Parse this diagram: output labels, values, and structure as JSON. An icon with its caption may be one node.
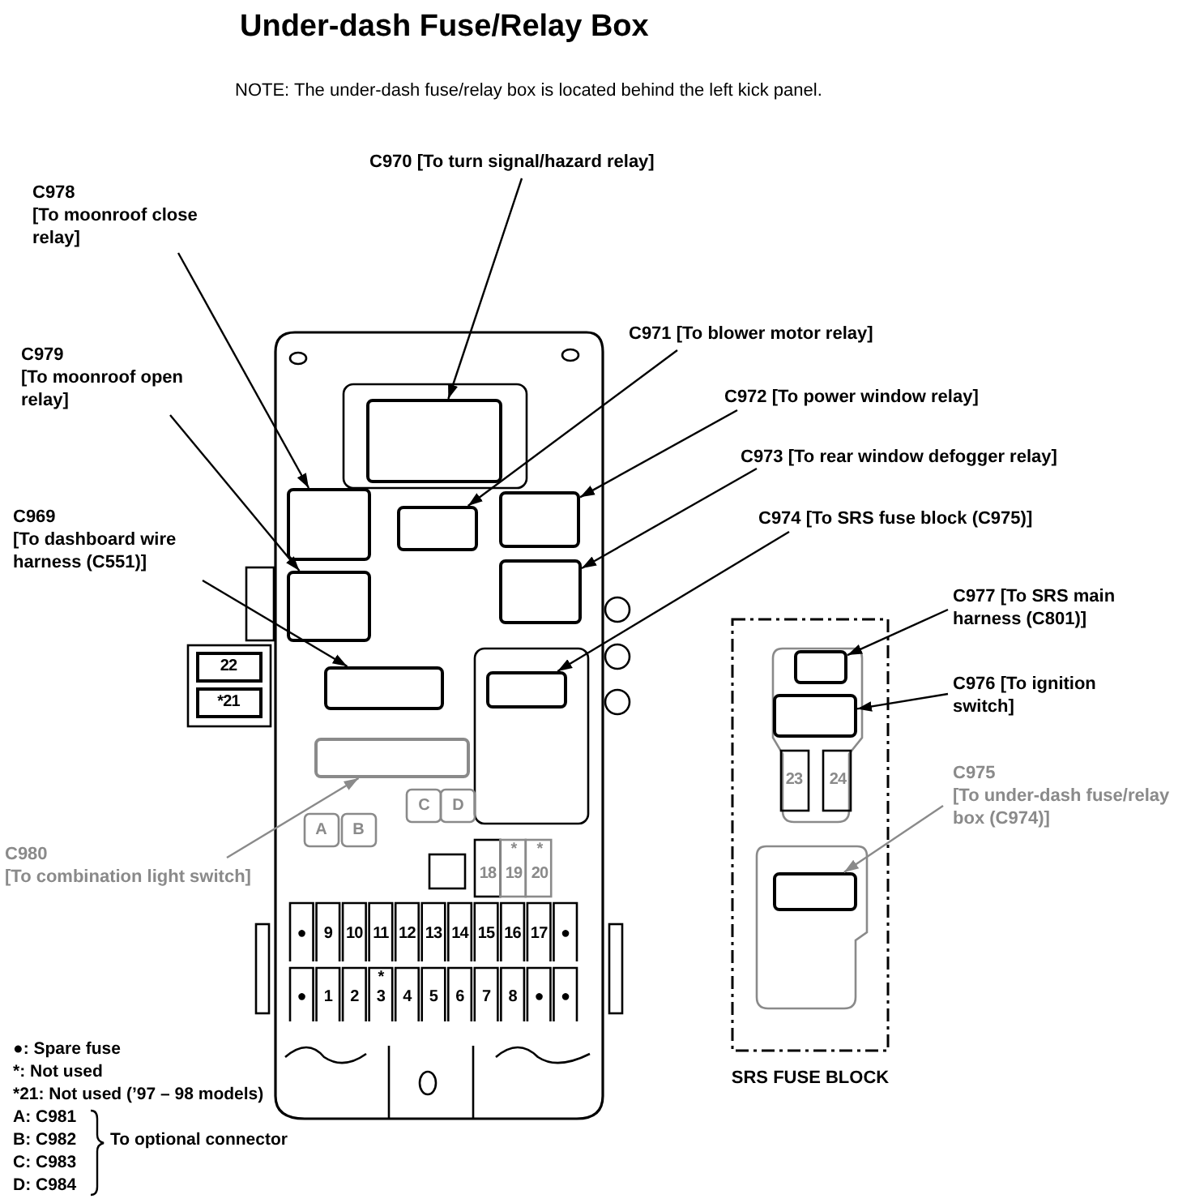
{
  "diagram": {
    "title": "Under-dash Fuse/Relay Box",
    "nodes": [
      {
        "text": [
          "C970 [To turn signal/hazard relay]"
        ]
      },
      {
        "text": [
          "C978",
          "[To moonroof close relay]"
        ]
      },
      {
        "text": [
          "C979",
          "[To moonroof open relay]"
        ]
      },
      {
        "text": [
          "C969",
          "[To dashboard wire harness (C551)]"
        ]
      },
      {
        "text": [
          "C971 [To blower motor relay]"
        ]
      },
      {
        "text": [
          "C972 [To power window relay]"
        ]
      },
      {
        "text": [
          "C973 [To rear window defogger relay]"
        ]
      },
      {
        "text": [
          "C974 [To SRS fuse block (C975)]"
        ]
      },
      {
        "text": [
          "C977 [To SRS main harness (C801)]"
        ]
      },
      {
        "text": [
          "C976 [To ignition switch]"
        ]
      },
      {
        "text": [
          "C975",
          "[To under-dash fuse/relay box (C974)]"
        ]
      },
      {
        "text": [
          "C980",
          "[To combination light switch]"
        ]
      },
      {
        "text": [],
        "shape": "box"
      },
      {
        "text": [],
        "shape": "box",
        "in": 12
      },
      {
        "text": [],
        "shape": "box",
        "in": 12
      },
      {
        "text": [],
        "shape": "box",
        "in": 12
      },
      {
        "text": [],
        "shape": "box",
        "in": 12
      },
      {
        "text": [],
        "shape": "box",
        "in": 12
      },
      {
        "text": [],
        "shape": "box",
        "in": 12
      },
      {
        "text": [],
        "shape": "box",
        "in": 12
      },
      {
        "text": [],
        "shape": "box",
        "in": 12
      },
      {
        "text": [],
        "shape": "box",
        "in": 12
      },
      {
        "text": [
          "SRS FUSE BLOCK"
        ]
      },
      {
        "text": [],
        "shape": "box",
        "in": 22
      },
      {
        "text": [],
        "shape": "box",
        "in": 22
      },
      {
        "text": [],
        "shape": "box",
        "in": 22
      }
    ],
    "edges": [
      {
        "from": 0,
        "to": 13,
        "arrow": "to"
      },
      {
        "from": 1,
        "to": 14,
        "arrow": "to"
      },
      {
        "from": 2,
        "to": 15,
        "arrow": "to"
      },
      {
        "from": 3,
        "to": 19,
        "arrow": "to"
      },
      {
        "from": 4,
        "to": 16,
        "arrow": "to"
      },
      {
        "from": 5,
        "to": 17,
        "arrow": "to"
      },
      {
        "from": 6,
        "to": 18,
        "arrow": "to"
      },
      {
        "from": 7,
        "to": 20,
        "arrow": "to"
      },
      {
        "from": 8,
        "to": 23,
        "arrow": "to"
      },
      {
        "from": 9,
        "to": 24,
        "arrow": "to"
      },
      {
        "from": 10,
        "to": 25,
        "arrow": "to",
        "color": "#8a8a8a"
      },
      {
        "from": 11,
        "to": 21,
        "arrow": "to",
        "color": "#8a8a8a"
      }
    ],
    "labels": [
      "NOTE:  The under-dash fuse/relay box is located behind the left kick panel.",
      "22",
      "*21",
      "C",
      "D",
      "A",
      "B",
      "*",
      "*",
      "18",
      "19",
      "20",
      "23",
      "24",
      "●",
      "9",
      "10",
      "11",
      "12",
      "13",
      "14",
      "15",
      "16",
      "17",
      "●",
      "*",
      "●",
      "1",
      "2",
      "3",
      "4",
      "5",
      "6",
      "7",
      "8",
      "●",
      "●",
      "●: Spare fuse",
      "*: Not used",
      "*21: Not used (’97 – 98 models)",
      "A: C981",
      "B: C982",
      "C: C983",
      "D: C984",
      "To optional connector"
    ]
  }
}
